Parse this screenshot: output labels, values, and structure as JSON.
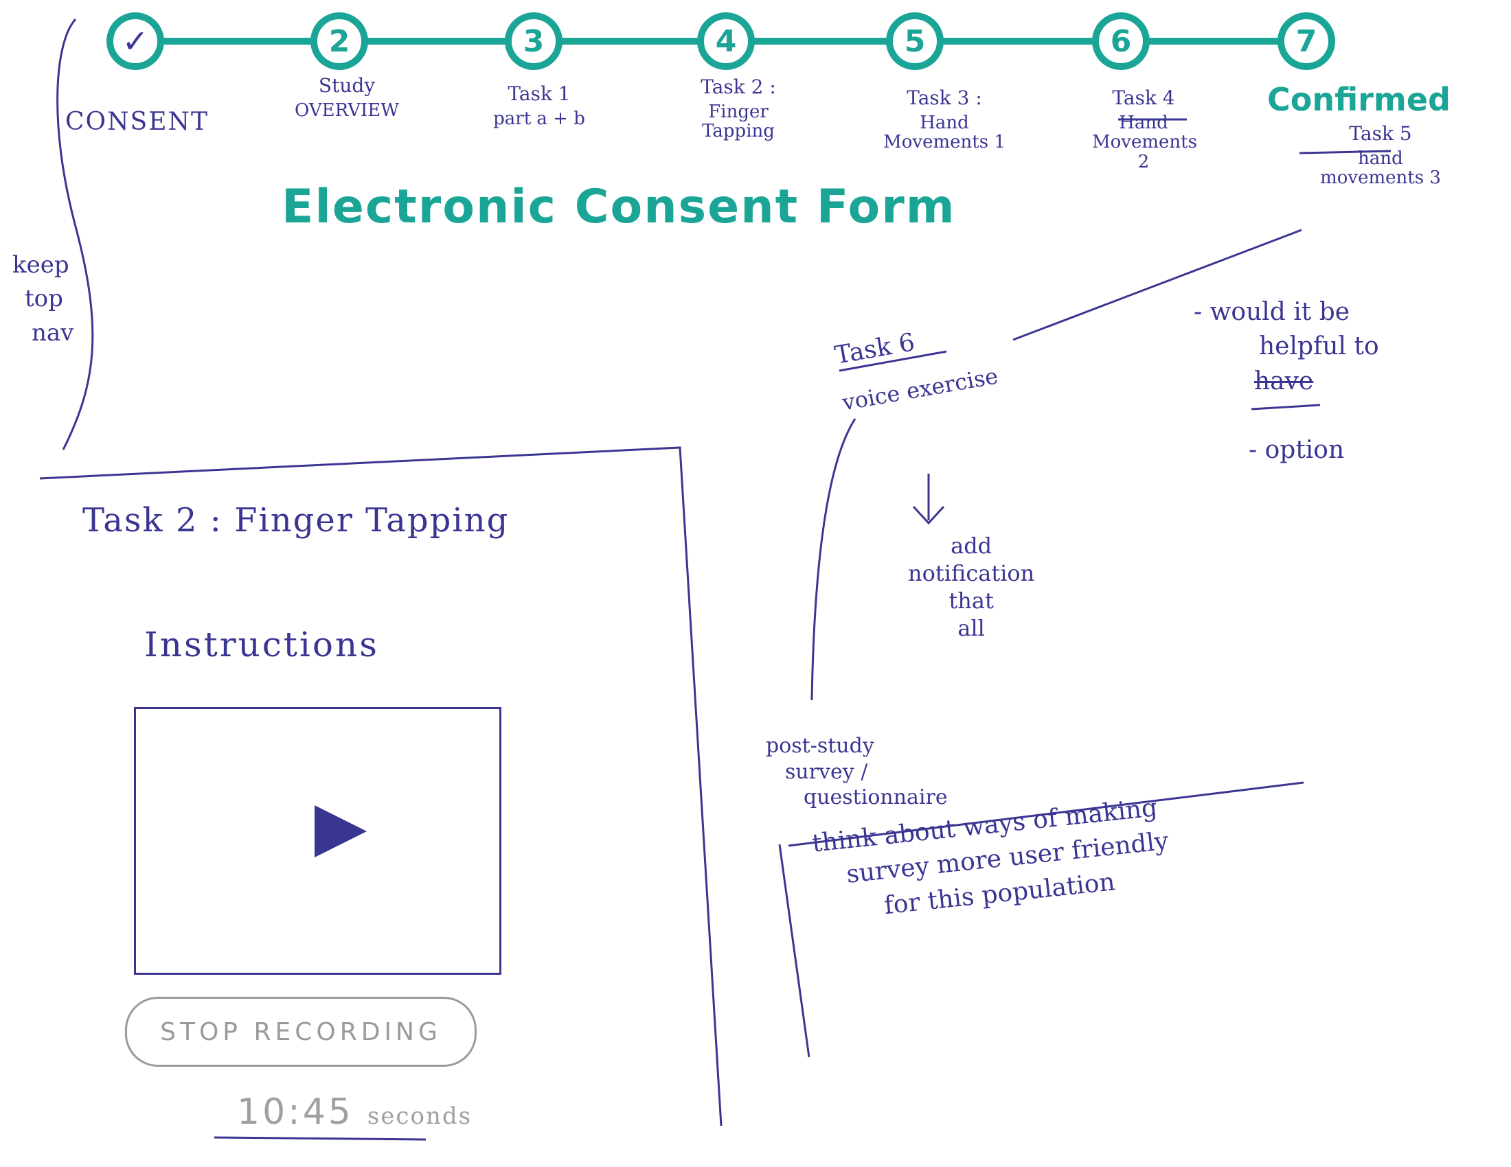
{
  "stepper": {
    "steps": [
      {
        "number": "✓",
        "label": "CONSENT",
        "sub": ""
      },
      {
        "number": "2",
        "label": "Study",
        "sub": "OVERVIEW"
      },
      {
        "number": "3",
        "label": "Task 1",
        "sub": "part a + b"
      },
      {
        "number": "4",
        "label": "Task 2 :",
        "sub": "Finger Tapping"
      },
      {
        "number": "5",
        "label": "Task 3 :",
        "sub": "Hand Movements 1"
      },
      {
        "number": "6",
        "label": "Task 4",
        "sub": "Hand Movements 2"
      },
      {
        "number": "7",
        "label": "Task 5",
        "sub": "hand movements 3"
      }
    ],
    "confirmed_label": "Confirmed",
    "accent_color": "#1aa596",
    "ink_color": "#3b3592"
  },
  "title": "Electronic Consent Form",
  "side_note": [
    "keep",
    "top",
    "nav"
  ],
  "task6": {
    "heading": "Task 6",
    "sub": "voice exercise",
    "note": [
      "add",
      "notification",
      "that",
      "all"
    ]
  },
  "comment": {
    "line1": "- would it be",
    "line2": "helpful to",
    "struck": "have",
    "option": "- option"
  },
  "post_study": [
    "post-study",
    "survey /",
    "questionnaire"
  ],
  "survey_note": [
    "think about ways of making",
    "survey more user friendly",
    "for this population"
  ],
  "task_panel": {
    "title": "Task 2 : Finger Tapping",
    "instructions": "Instructions",
    "video_icon": "play-icon",
    "stop_button": "STOP RECORDING",
    "timer_value": "10:45",
    "timer_unit": "seconds"
  }
}
